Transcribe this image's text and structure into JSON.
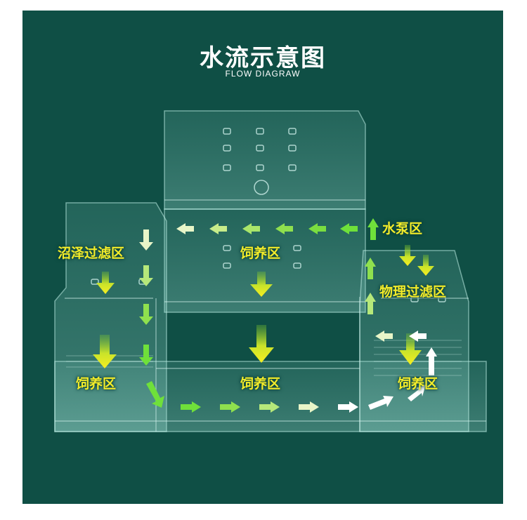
{
  "title": "水流示意图",
  "subtitle": "FLOW DIAGRAW",
  "labels": {
    "marsh_filter": "沼泽过滤区",
    "feeding_top": "饲养区",
    "pump": "水泵区",
    "physical_filter": "物理过滤区",
    "feeding_left": "饲养区",
    "feeding_center": "饲养区",
    "feeding_right": "饲养区"
  },
  "colors": {
    "background": "#0f4f45",
    "label": "#f3ec2a",
    "flow_green": "#6fe03a",
    "flow_light": "#e8f5c8",
    "flow_white": "#ffffff"
  }
}
